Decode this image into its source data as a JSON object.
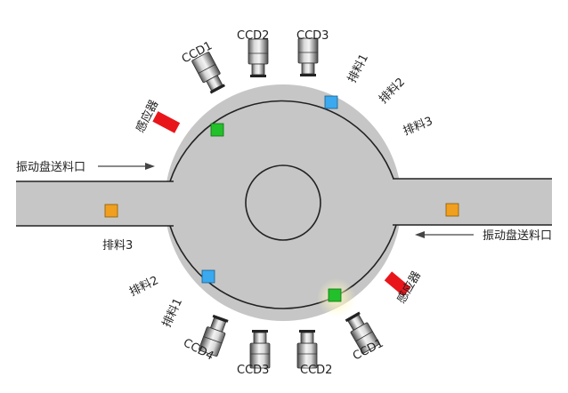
{
  "colors": {
    "background": "#ffffff",
    "disc_fill": "#c6c6c6",
    "outline": "#222222",
    "sensor": "#e8161b",
    "green_part": "#22c02a",
    "blue_part": "#3aa9ef",
    "orange_part": "#f0a01e",
    "camera_body": "#8d8d8d"
  },
  "feeds": {
    "left": {
      "label": "振动盘送料口"
    },
    "right": {
      "label": "振动盘送料口"
    }
  },
  "top_station": {
    "sensor_label": "感应器",
    "cameras": [
      "CCD1",
      "CCD2",
      "CCD3"
    ],
    "discharge": [
      "排料1",
      "排料2",
      "排料3"
    ]
  },
  "bottom_station": {
    "sensor_label": "感应器",
    "cameras": [
      "CCD1",
      "CCD2",
      "CCD3",
      "CCD4"
    ],
    "discharge": [
      "排料1",
      "排料2",
      "排料3"
    ]
  },
  "icons": [
    "arrow-right-icon",
    "arrow-left-icon",
    "ccd-camera-icon",
    "sensor-icon"
  ]
}
